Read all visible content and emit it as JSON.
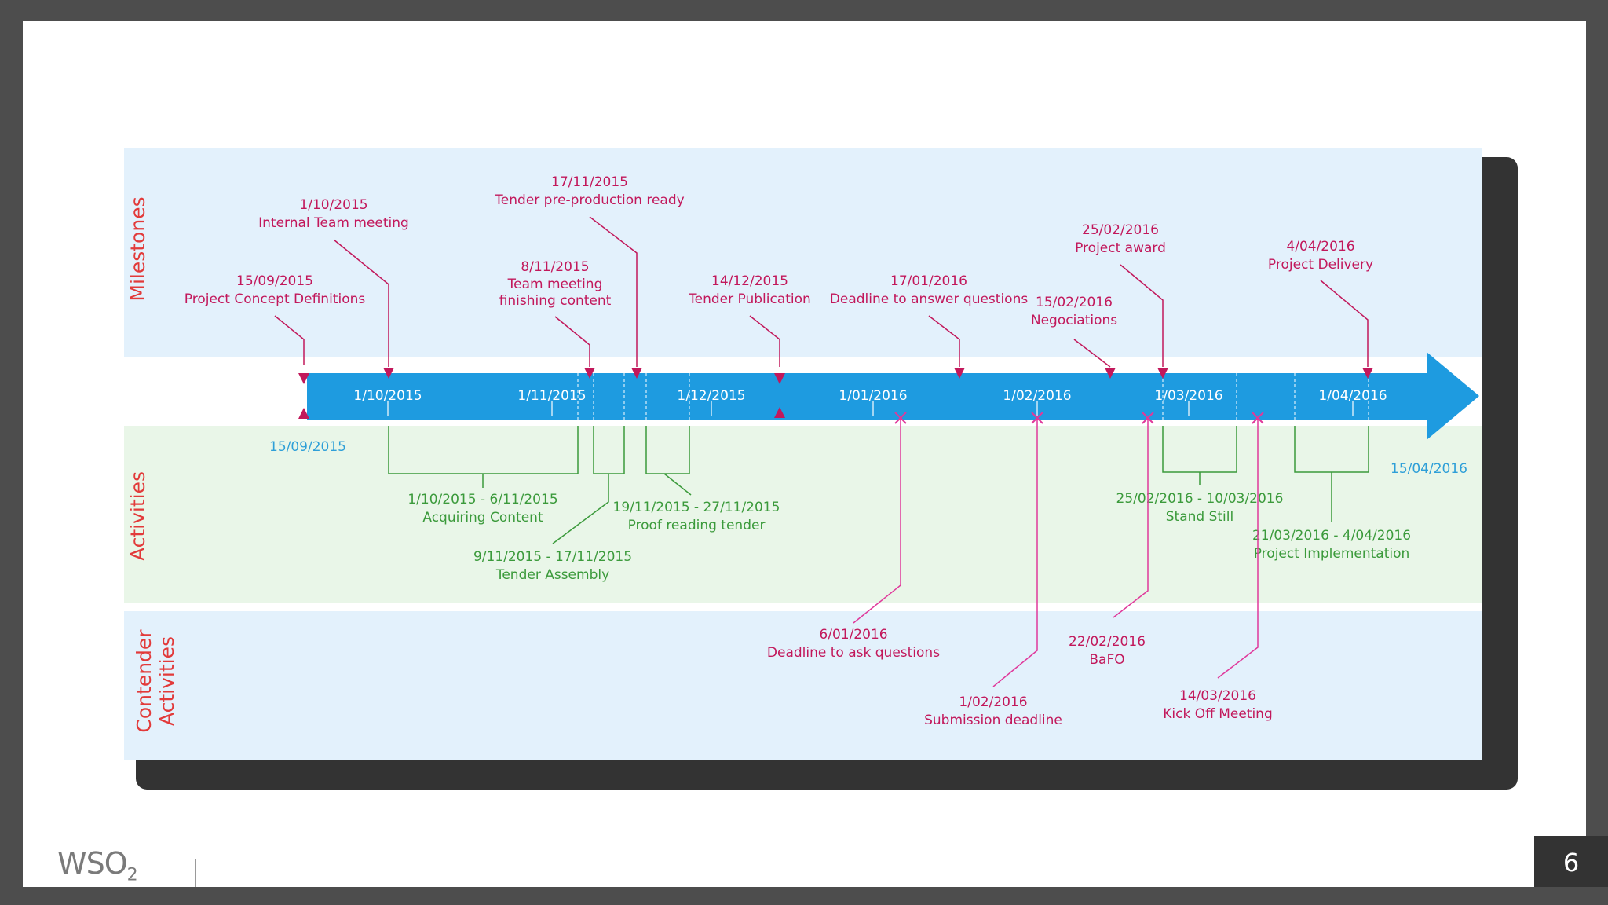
{
  "lanes": {
    "milestones": "Milestones",
    "activities": "Activities",
    "contender_1": "Contender",
    "contender_2": "Activities"
  },
  "axis_labels": [
    "1/10/2015",
    "1/11/2015",
    "1/12/2015",
    "1/01/2016",
    "1/02/2016",
    "1/03/2016",
    "1/04/2016"
  ],
  "start_date": "15/09/2015",
  "end_date": "15/04/2016",
  "milestones": [
    {
      "date": "15/09/2015",
      "title": "Project Concept Definitions"
    },
    {
      "date": "1/10/2015",
      "title": "Internal Team meeting"
    },
    {
      "date": "8/11/2015",
      "title": "Team meeting",
      "title2": "finishing content"
    },
    {
      "date": "17/11/2015",
      "title": "Tender pre-production ready"
    },
    {
      "date": "14/12/2015",
      "title": "Tender Publication"
    },
    {
      "date": "17/01/2016",
      "title": "Deadline to answer questions"
    },
    {
      "date": "15/02/2016",
      "title": "Negociations"
    },
    {
      "date": "25/02/2016",
      "title": "Project award"
    },
    {
      "date": "4/04/2016",
      "title": "Project Delivery"
    }
  ],
  "activities": [
    {
      "range": "1/10/2015 - 6/11/2015",
      "title": "Acquiring Content"
    },
    {
      "range": "9/11/2015 - 17/11/2015",
      "title": "Tender Assembly"
    },
    {
      "range": "19/11/2015 - 27/11/2015",
      "title": "Proof reading tender"
    },
    {
      "range": "25/02/2016 - 10/03/2016",
      "title": "Stand Still"
    },
    {
      "range": "21/03/2016 - 4/04/2016",
      "title": "Project Implementation"
    }
  ],
  "contender": [
    {
      "date": "6/01/2016",
      "title": "Deadline to ask questions"
    },
    {
      "date": "1/02/2016",
      "title": "Submission deadline"
    },
    {
      "date": "22/02/2016",
      "title": "BaFO"
    },
    {
      "date": "14/03/2016",
      "title": "Kick Off Meeting"
    }
  ],
  "footer": {
    "logo": "WSO",
    "logo_sub": "2",
    "page_number": "6"
  },
  "colors": {
    "milestone": "#c2185b",
    "activity": "#3b9a3b",
    "axis": "#1e9be0",
    "lane_label": "#e23a3a",
    "milestone_band": "#e3f1fc",
    "activity_band": "#e9f6e8"
  }
}
